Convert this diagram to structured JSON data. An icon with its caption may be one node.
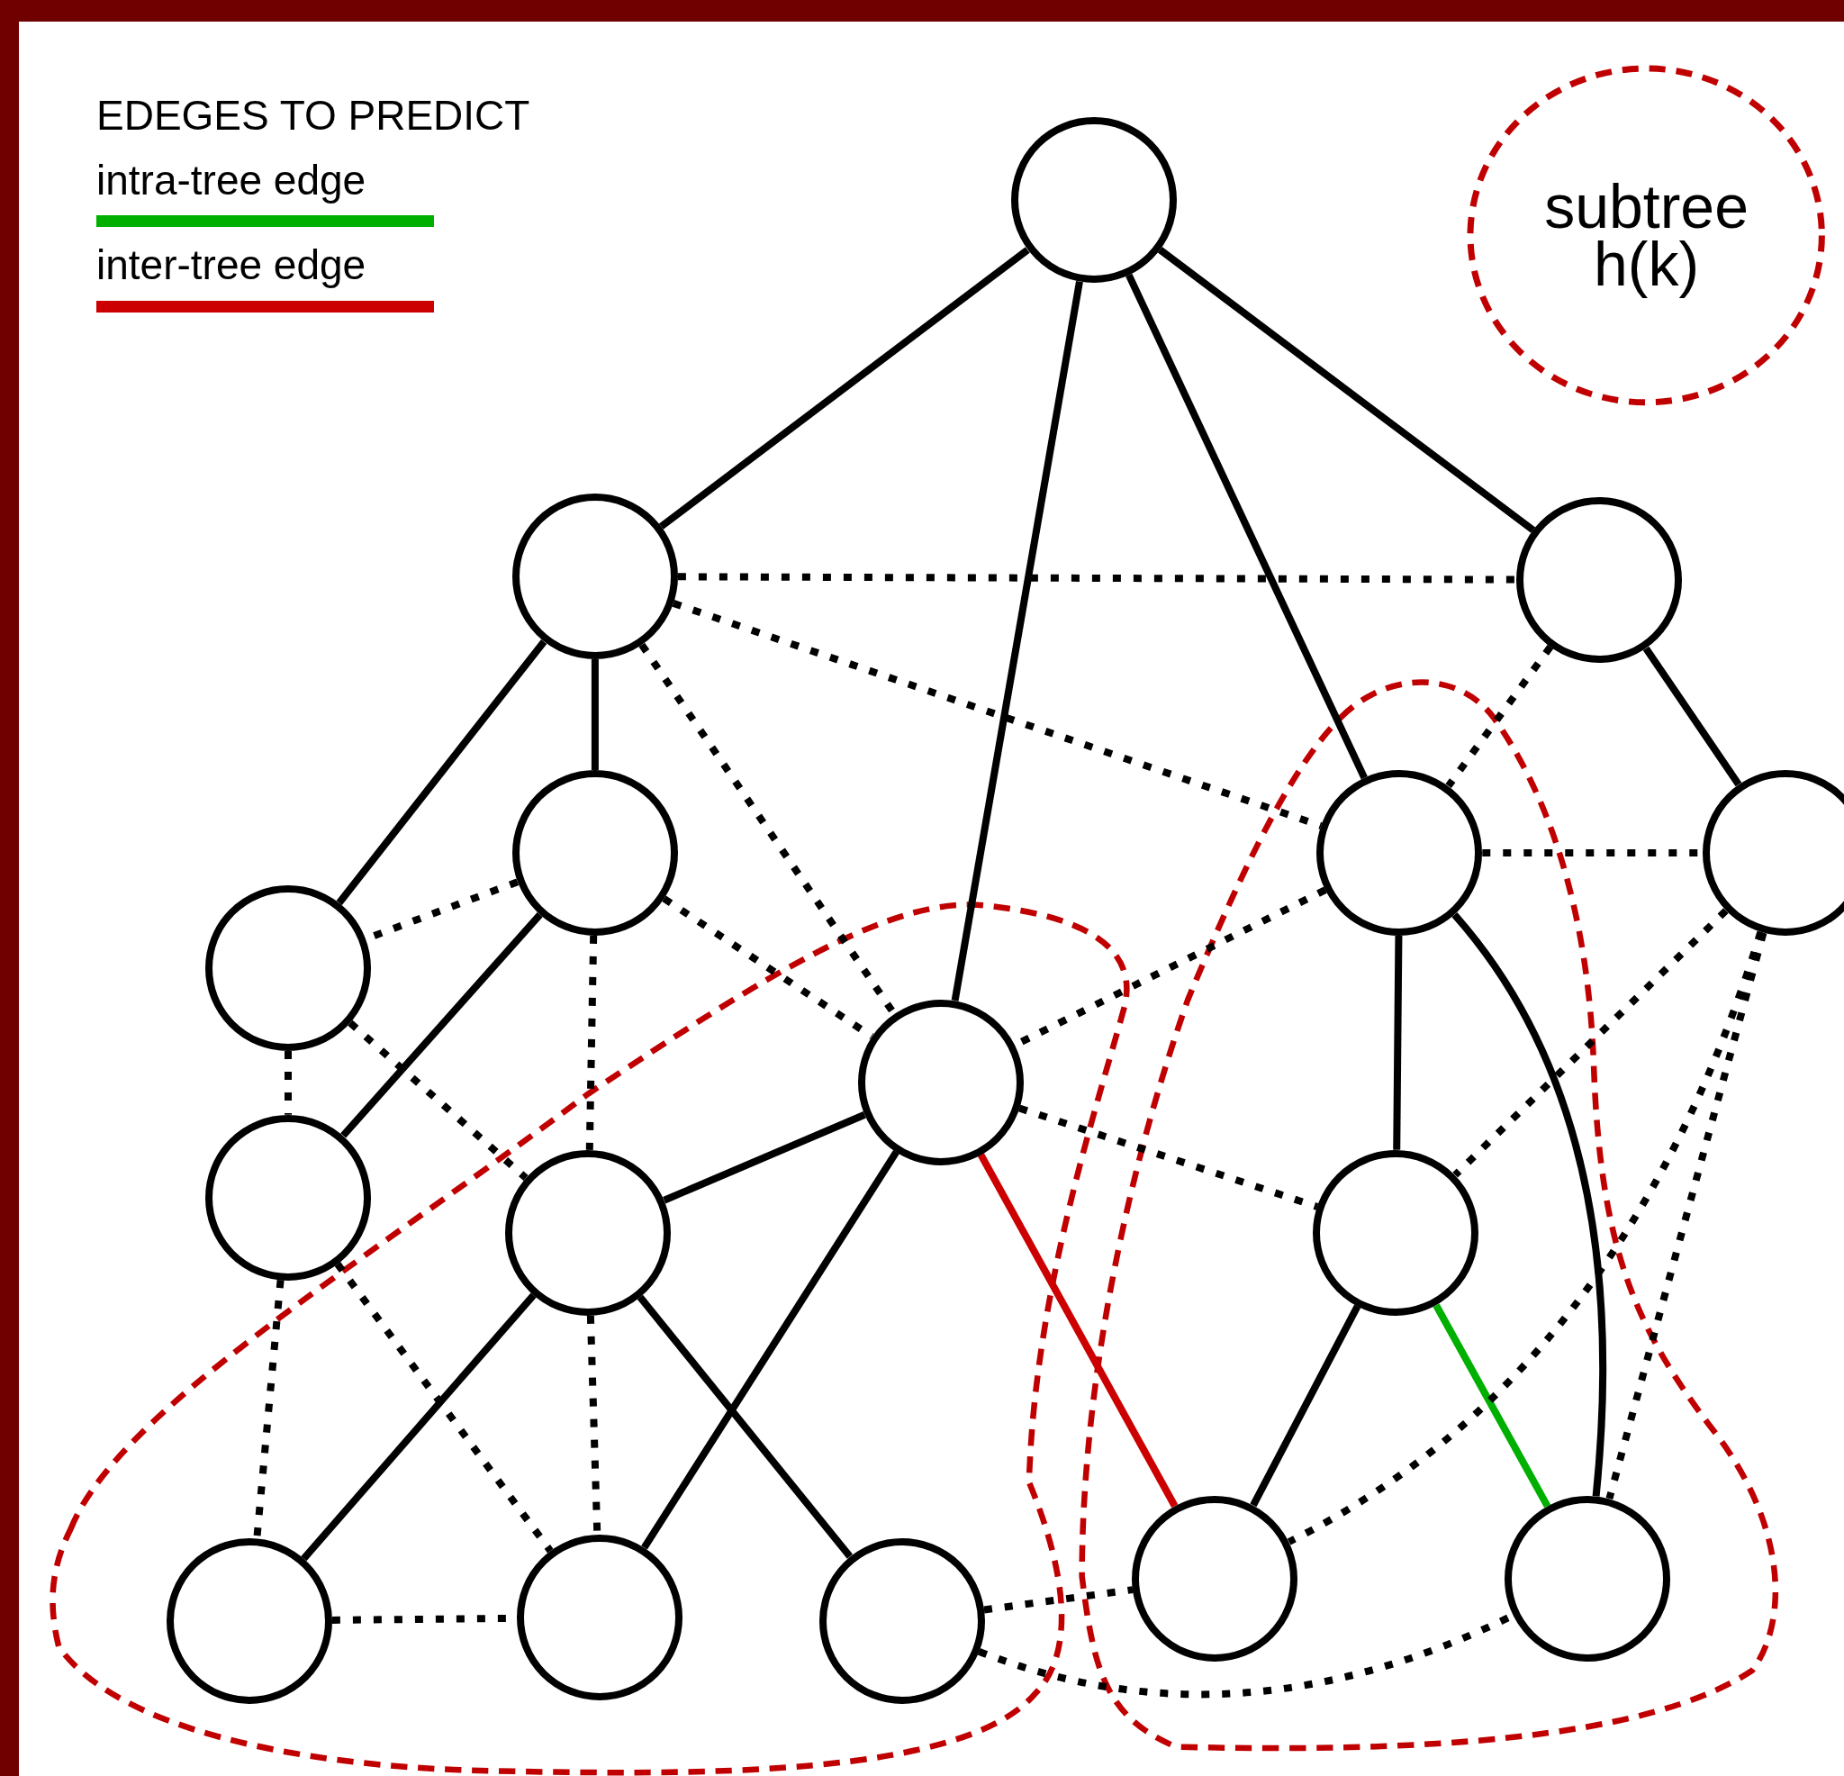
{
  "diagram": {
    "nodes": [
      {
        "text": [],
        "shape": "circle"
      },
      {
        "text": [],
        "shape": "circle"
      },
      {
        "text": [],
        "shape": "circle"
      },
      {
        "text": [],
        "shape": "circle"
      },
      {
        "text": [],
        "shape": "circle"
      },
      {
        "text": [],
        "shape": "circle"
      },
      {
        "text": [],
        "shape": "circle"
      },
      {
        "text": [],
        "shape": "circle"
      },
      {
        "text": [],
        "shape": "circle"
      },
      {
        "text": [],
        "shape": "circle"
      },
      {
        "text": [],
        "shape": "circle"
      },
      {
        "text": [],
        "shape": "circle"
      },
      {
        "text": [],
        "shape": "circle"
      },
      {
        "text": [],
        "shape": "circle"
      },
      {
        "text": [],
        "shape": "circle"
      },
      {
        "text": [],
        "shape": "circle"
      },
      {
        "text": [
          "subtree h(k)"
        ]
      }
    ],
    "edges": [
      {
        "from": 0,
        "to": 1,
        "arrow": "none"
      },
      {
        "from": 0,
        "to": 7,
        "arrow": "none"
      },
      {
        "from": 0,
        "to": 4,
        "arrow": "none"
      },
      {
        "from": 0,
        "to": 2,
        "arrow": "none"
      },
      {
        "from": 1,
        "to": 6,
        "arrow": "none"
      },
      {
        "from": 1,
        "to": 3,
        "arrow": "none"
      },
      {
        "from": 3,
        "to": 8,
        "arrow": "none"
      },
      {
        "from": 7,
        "to": 9,
        "arrow": "none"
      },
      {
        "from": 7,
        "to": 12,
        "arrow": "none"
      },
      {
        "from": 9,
        "to": 11,
        "arrow": "none"
      },
      {
        "from": 9,
        "to": 13,
        "arrow": "none"
      },
      {
        "from": 4,
        "to": 10,
        "arrow": "none"
      },
      {
        "from": 4,
        "to": 15,
        "arrow": "none"
      },
      {
        "from": 2,
        "to": 5,
        "arrow": "none"
      },
      {
        "from": 10,
        "to": 14,
        "arrow": "none"
      },
      {
        "from": 7,
        "to": 14,
        "arrow": "none",
        "color": "#cc0000"
      },
      {
        "from": 10,
        "to": 15,
        "arrow": "none",
        "color": "#00b000"
      },
      {
        "from": 1,
        "to": 2,
        "arrow": "none",
        "style": "dashed"
      },
      {
        "from": 1,
        "to": 4,
        "arrow": "none",
        "style": "dashed"
      },
      {
        "from": 1,
        "to": 7,
        "arrow": "none",
        "style": "dashed"
      },
      {
        "from": 3,
        "to": 6,
        "arrow": "none",
        "style": "dashed"
      },
      {
        "from": 3,
        "to": 9,
        "arrow": "none",
        "style": "dashed"
      },
      {
        "from": 3,
        "to": 7,
        "arrow": "none",
        "style": "dashed"
      },
      {
        "from": 6,
        "to": 8,
        "arrow": "none",
        "style": "dashed"
      },
      {
        "from": 6,
        "to": 9,
        "arrow": "none",
        "style": "dashed"
      },
      {
        "from": 8,
        "to": 11,
        "arrow": "none",
        "style": "dashed"
      },
      {
        "from": 8,
        "to": 12,
        "arrow": "none",
        "style": "dashed"
      },
      {
        "from": 9,
        "to": 12,
        "arrow": "none",
        "style": "dashed"
      },
      {
        "from": 11,
        "to": 12,
        "arrow": "none",
        "style": "dashed"
      },
      {
        "from": 2,
        "to": 4,
        "arrow": "none",
        "style": "dashed"
      },
      {
        "from": 4,
        "to": 5,
        "arrow": "none",
        "style": "dashed"
      },
      {
        "from": 4,
        "to": 7,
        "arrow": "none",
        "style": "dashed"
      },
      {
        "from": 7,
        "to": 10,
        "arrow": "none",
        "style": "dashed"
      },
      {
        "from": 5,
        "to": 10,
        "arrow": "none",
        "style": "dashed"
      },
      {
        "from": 5,
        "to": 14,
        "arrow": "none",
        "style": "dashed"
      },
      {
        "from": 5,
        "to": 15,
        "arrow": "none",
        "style": "dashed"
      },
      {
        "from": 13,
        "to": 14,
        "arrow": "none",
        "style": "dashed"
      },
      {
        "from": 13,
        "to": 15,
        "arrow": "none",
        "style": "dashed"
      }
    ],
    "labels": [
      "EDEGES TO PREDICT"
    ],
    "legend": [
      {
        "text": "intra-tree edge",
        "color": "#00b000"
      },
      {
        "text": "inter-tree edge",
        "color": "#cc0000"
      }
    ]
  }
}
